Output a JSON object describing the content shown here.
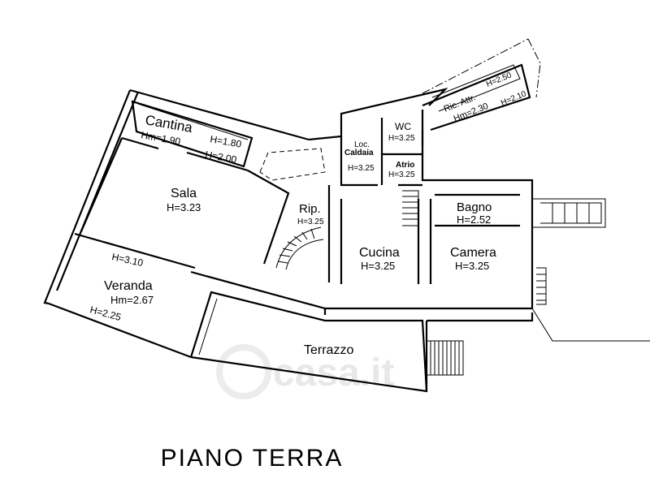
{
  "title": "PIANO TERRA",
  "watermark": "casa.it",
  "rooms": {
    "cantina": {
      "name": "Cantina",
      "h1": "Hm=1.90",
      "h2": "H=1.80",
      "h3": "H=2.00"
    },
    "sala": {
      "name": "Sala",
      "h": "H=3.23"
    },
    "veranda": {
      "name": "Veranda",
      "h": "Hm=2.67",
      "h1": "H=3.10",
      "h2": "H=2.25"
    },
    "terrazzo": {
      "name": "Terrazzo"
    },
    "rip": {
      "name": "Rip.",
      "h": "H=3.25"
    },
    "cucina": {
      "name": "Cucina",
      "h": "H=3.25"
    },
    "camera": {
      "name": "Camera",
      "h": "H=3.25"
    },
    "bagno": {
      "name": "Bagno",
      "h": "H=2.52"
    },
    "wc": {
      "name": "WC",
      "h": "H=3.25"
    },
    "loc_caldaia": {
      "name1": "Loc.",
      "name2": "Caldaia",
      "h": "H=3.25"
    },
    "atrio": {
      "name": "Atrio",
      "h": "H=3.25"
    },
    "ric_attr": {
      "name": "Ric. Attr.",
      "h": "Hm=2.30",
      "h1": "H=2.50",
      "h2": "H=2.10"
    }
  }
}
